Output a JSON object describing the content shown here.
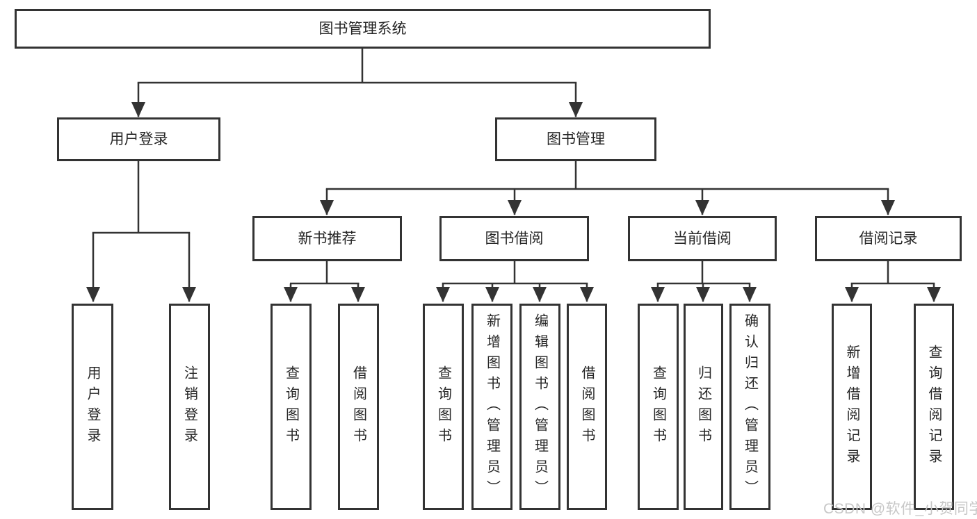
{
  "diagram": {
    "root": {
      "label": "图书管理系统"
    },
    "level2": [
      {
        "id": "user-login",
        "label": "用户登录"
      },
      {
        "id": "book-management",
        "label": "图书管理"
      }
    ],
    "level3": [
      {
        "id": "new-book-recommend",
        "label": "新书推荐",
        "parent": "图书管理"
      },
      {
        "id": "book-borrow",
        "label": "图书借阅",
        "parent": "图书管理"
      },
      {
        "id": "current-borrow",
        "label": "当前借阅",
        "parent": "图书管理"
      },
      {
        "id": "borrow-records",
        "label": "借阅记录",
        "parent": "图书管理"
      }
    ],
    "leaves": [
      {
        "label": "用户登录",
        "parent": "用户登录"
      },
      {
        "label": "注销登录",
        "parent": "用户登录"
      },
      {
        "label": "查询图书",
        "parent": "新书推荐"
      },
      {
        "label": "借阅图书",
        "parent": "新书推荐"
      },
      {
        "label": "查询图书",
        "parent": "图书借阅"
      },
      {
        "label": "新增图书（管理员）",
        "parent": "图书借阅"
      },
      {
        "label": "编辑图书（管理员）",
        "parent": "图书借阅"
      },
      {
        "label": "借阅图书",
        "parent": "图书借阅"
      },
      {
        "label": "查询图书",
        "parent": "当前借阅"
      },
      {
        "label": "归还图书",
        "parent": "当前借阅"
      },
      {
        "label": "确认归还（管理员）",
        "parent": "当前借阅"
      },
      {
        "label": "新增借阅记录",
        "parent": "借阅记录"
      },
      {
        "label": "查询借阅记录",
        "parent": "借阅记录"
      }
    ]
  },
  "watermark": {
    "text": "CSDN @软件_小贺同学"
  },
  "colors": {
    "line": "#333333",
    "box_border": "#333333",
    "text": "#262626",
    "background": "#ffffff",
    "watermark": "#c7c7c7"
  }
}
